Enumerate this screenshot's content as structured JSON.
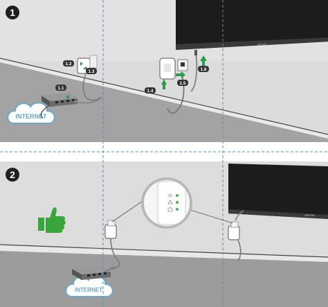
{
  "steps": [
    {
      "number": "1",
      "callouts": {
        "switch_port": "1.1",
        "plug_in": "1.2",
        "cable_in": "1.3",
        "push_up": "1.4",
        "plug_socket": "1.5",
        "tv_cable": "1.6"
      },
      "internet_label": "INTERNET",
      "tv_brand": "VESTEL"
    },
    {
      "number": "2",
      "internet_label": "INTERNET",
      "tv_brand": "VESTEL",
      "status_icons": [
        "power-icon",
        "warning-triangle-icon",
        "home-network-icon"
      ],
      "status_led_color": "#4caf50"
    }
  ],
  "colors": {
    "success_green": "#3aa53a",
    "cloud_blue": "#6aa7c8",
    "divider_blue": "#4a90c8",
    "wall_gray": "#d9d9d9",
    "floor_gray": "#9c9c9c",
    "tv_dark": "#1c1c1c"
  },
  "icons": {
    "success": "thumbs-up-icon",
    "network": "ethernet-switch-icon",
    "cloud": "cloud-icon"
  }
}
